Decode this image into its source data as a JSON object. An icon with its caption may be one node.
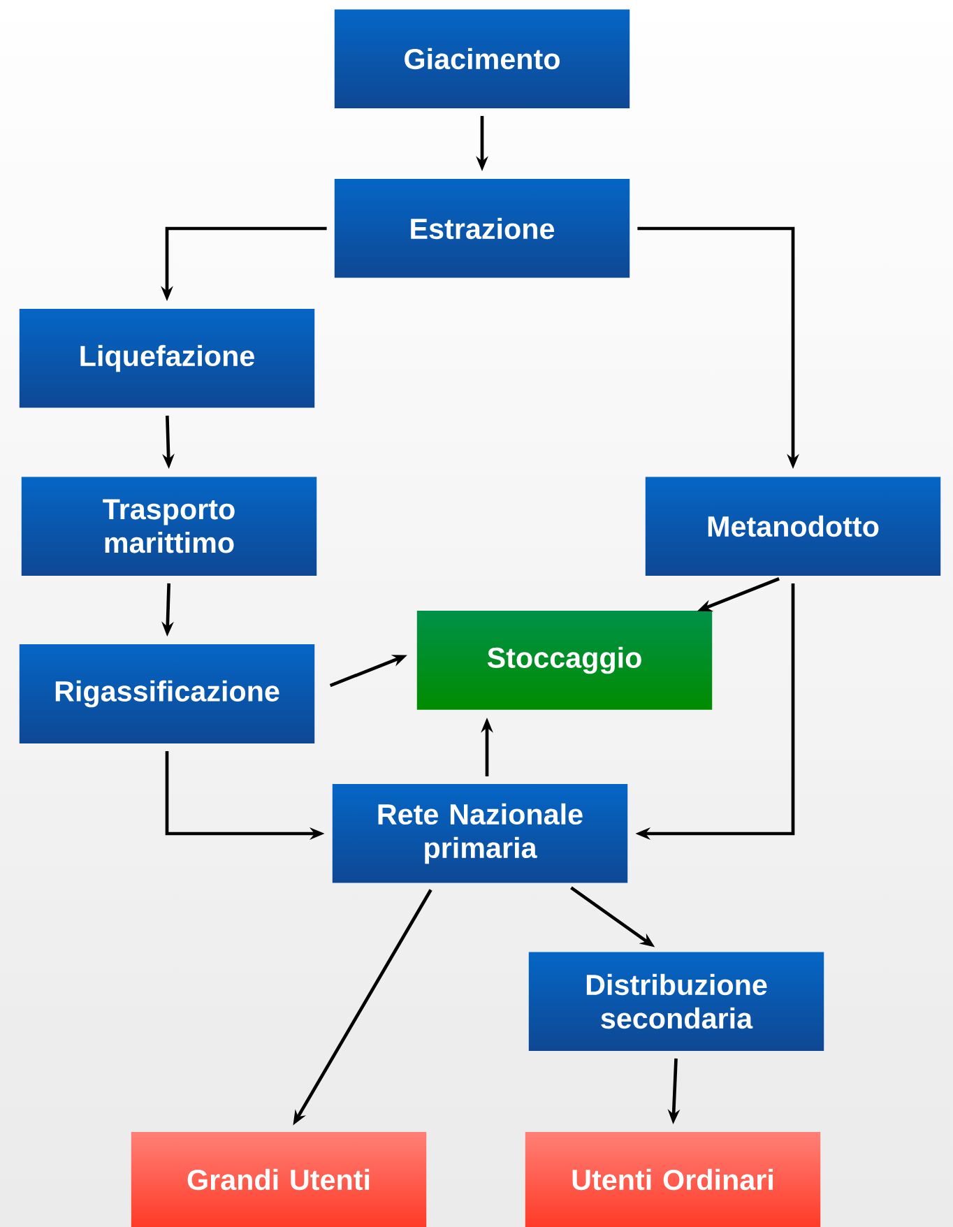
{
  "diagram": {
    "nodes": [
      {
        "text": [
          "Giacimento"
        ]
      },
      {
        "text": [
          "Estrazione"
        ]
      },
      {
        "text": [
          "Liquefazione"
        ]
      },
      {
        "text": [
          "Trasporto marittimo"
        ]
      },
      {
        "text": [
          "Metanodotto"
        ]
      },
      {
        "text": [
          "Stoccaggio"
        ]
      },
      {
        "text": [
          "Rigassificazione"
        ]
      },
      {
        "text": [
          "Rete Nazionale primaria"
        ]
      },
      {
        "text": [
          "Distribuzione secondaria"
        ]
      },
      {
        "text": [
          "Grandi Utenti"
        ]
      },
      {
        "text": [
          "Utenti Ordinari"
        ]
      }
    ],
    "edges": [
      {
        "from": 0,
        "to": 1,
        "arrow": "to"
      },
      {
        "from": 1,
        "to": 2,
        "arrow": "to"
      },
      {
        "from": 1,
        "to": 4,
        "arrow": "to"
      },
      {
        "from": 2,
        "to": 3,
        "arrow": "to"
      },
      {
        "from": 3,
        "to": 6,
        "arrow": "to"
      },
      {
        "from": 6,
        "to": 5,
        "arrow": "to"
      },
      {
        "from": 4,
        "to": 5,
        "arrow": "to"
      },
      {
        "from": 7,
        "to": 5,
        "arrow": "to"
      },
      {
        "from": 6,
        "to": 7,
        "arrow": "to"
      },
      {
        "from": 4,
        "to": 7,
        "arrow": "to"
      },
      {
        "from": 7,
        "to": 9,
        "arrow": "to"
      },
      {
        "from": 7,
        "to": 8,
        "arrow": "to"
      },
      {
        "from": 8,
        "to": 10,
        "arrow": "to"
      }
    ]
  }
}
